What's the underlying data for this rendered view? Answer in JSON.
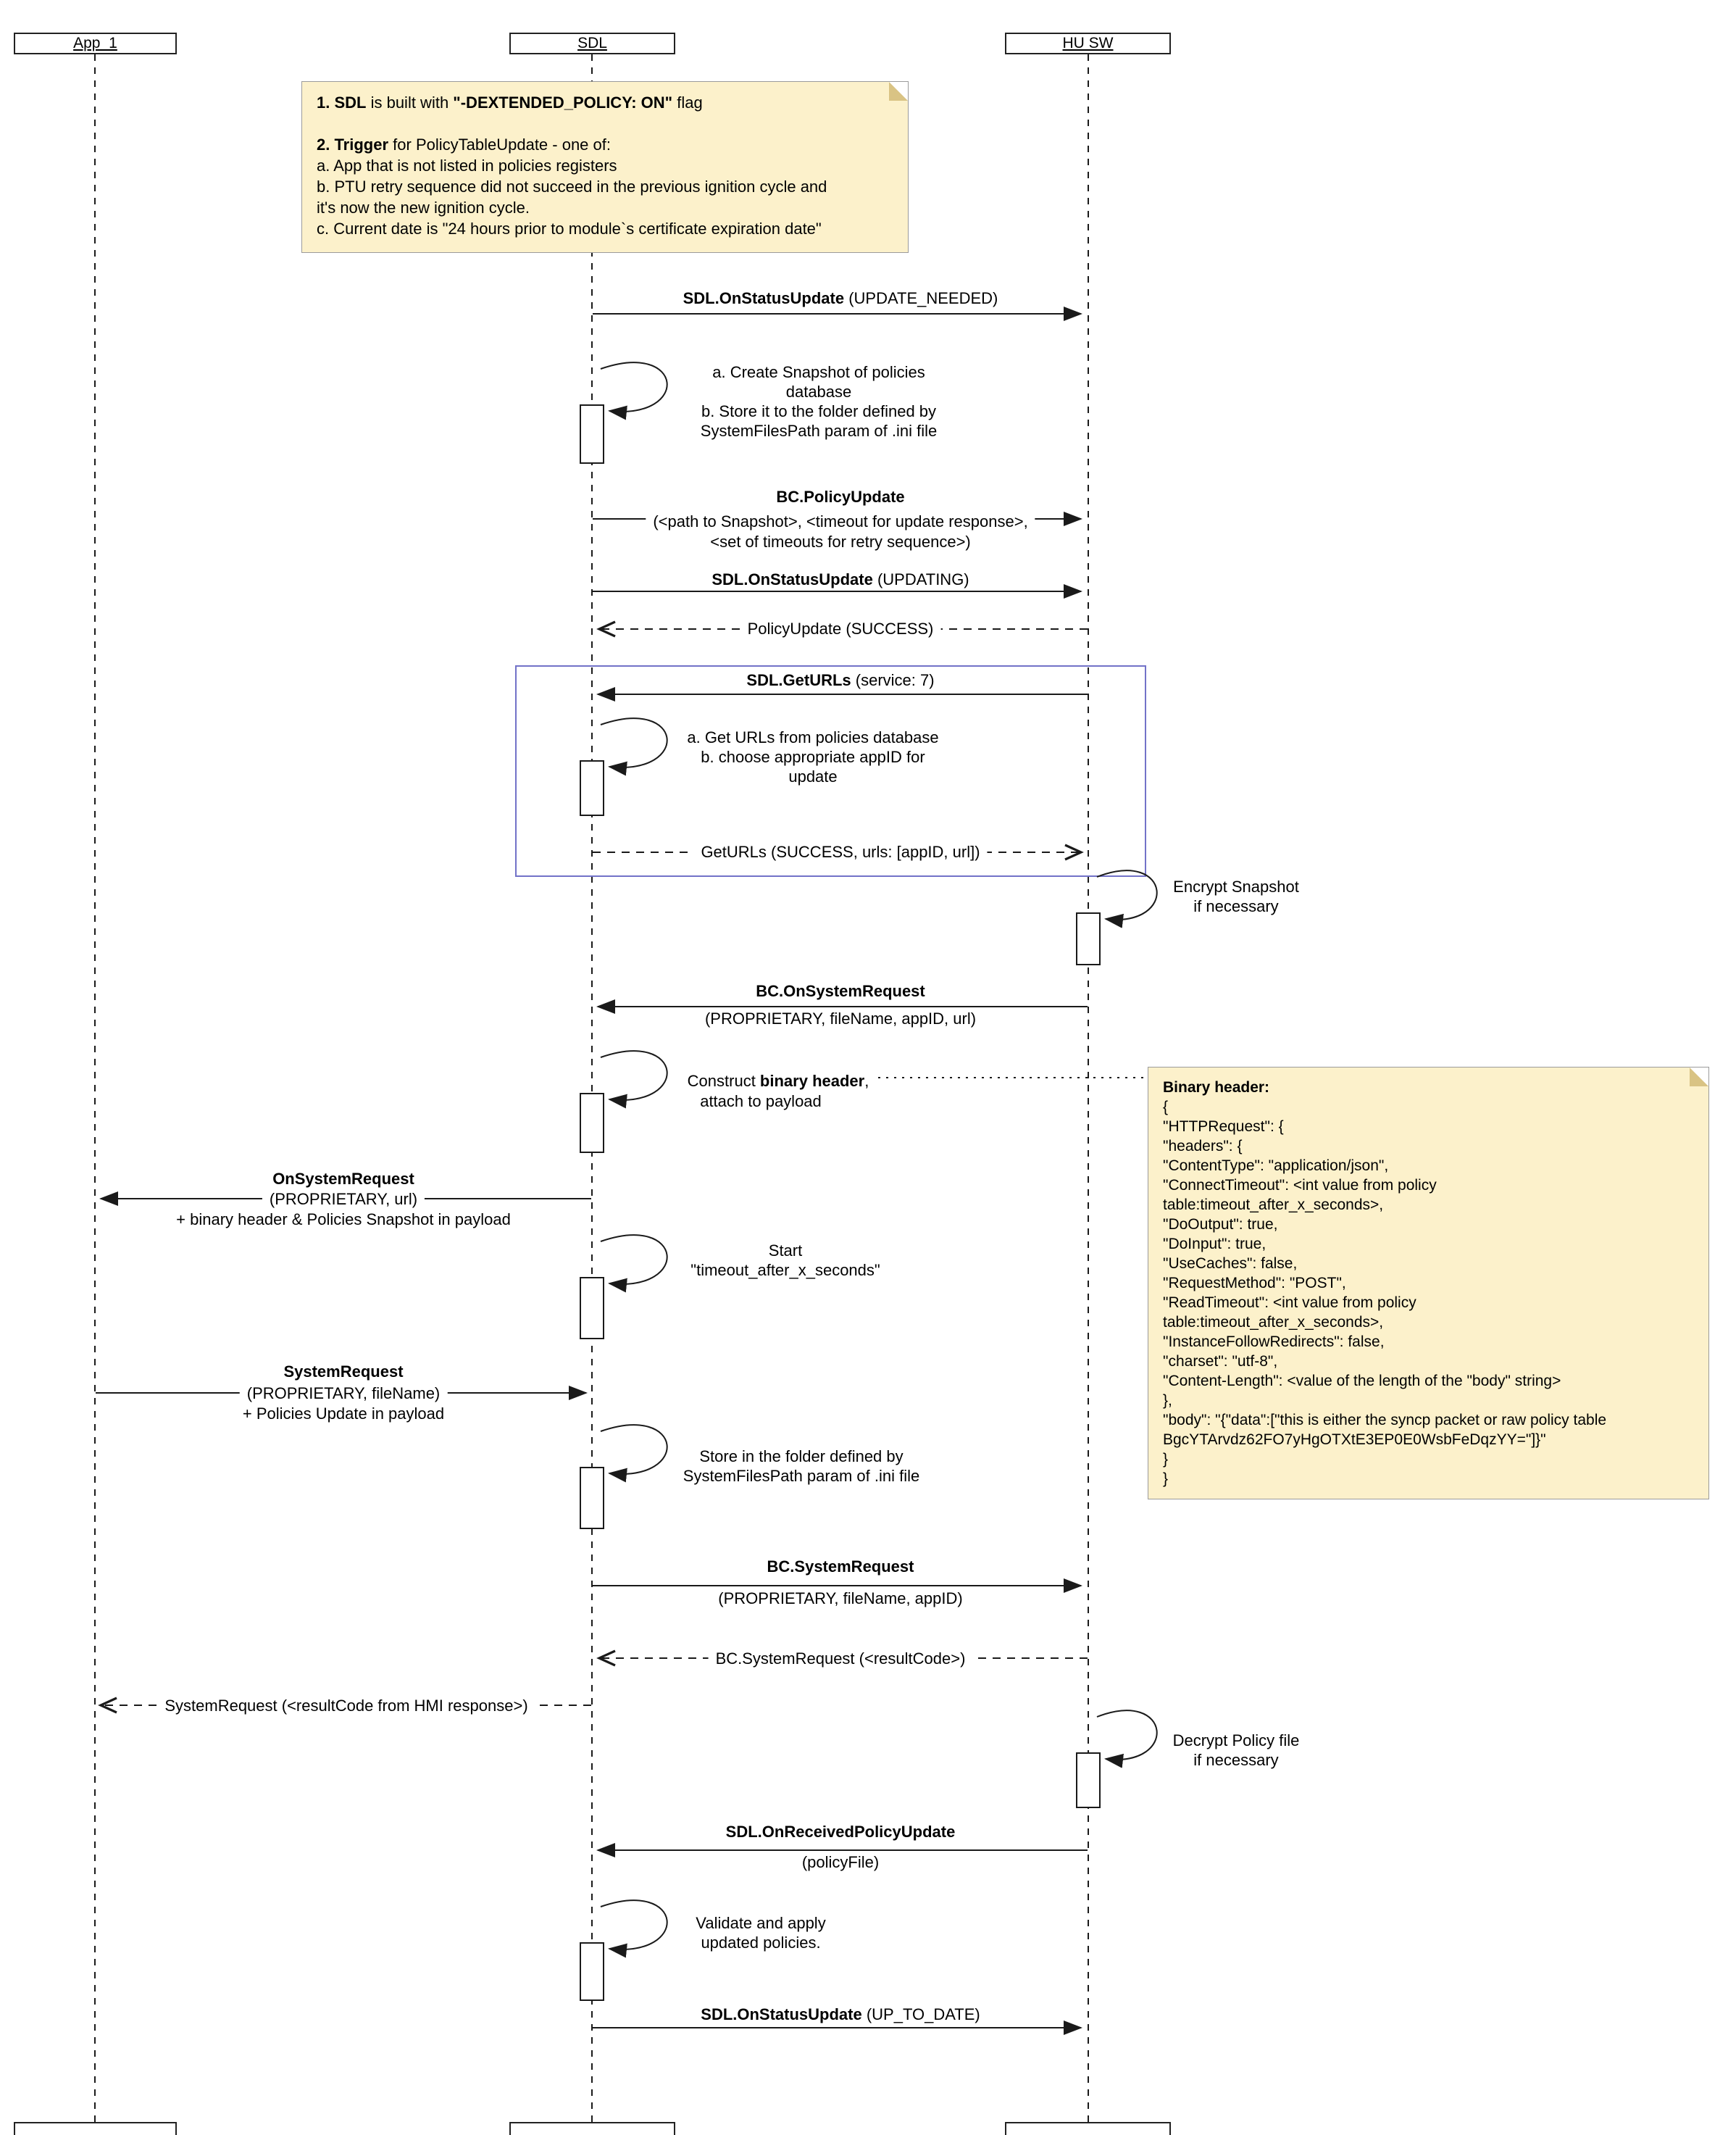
{
  "lifelines": {
    "app1": "App_1",
    "sdl": "SDL",
    "husw": "HU SW"
  },
  "note_build": {
    "l1_b1": "1. SDL",
    "l1_n1": " is built with ",
    "l1_b2": "\"-DEXTENDED_POLICY: ON\"",
    "l1_n2": " flag",
    "l2_b": "2. Trigger",
    "l2_n": " for PolicyTableUpdate - one of:",
    "items": "a. App that is not listed in policies registers\nb. PTU retry sequence did not succeed in the previous ignition cycle and\nit's now the new ignition cycle.\nc. Current date is \"24 hours prior to module`s certificate expiration date\""
  },
  "note_binary": {
    "title": "Binary header:",
    "body": "{\n\"HTTPRequest\": {\n\"headers\": {\n\"ContentType\": \"application/json\",\n\"ConnectTimeout\": <int value from policy\ntable:timeout_after_x_seconds>,\n\"DoOutput\": true,\n\"DoInput\": true,\n\"UseCaches\": false,\n\"RequestMethod\": \"POST\",\n\"ReadTimeout\": <int value from policy\ntable:timeout_after_x_seconds>,\n\"InstanceFollowRedirects\": false,\n\"charset\": \"utf-8\",\n\"Content-Length\": <value of the length of the \"body\" string>\n},\n\"body\": \"{\"data\":[\"this is either the syncp packet or raw policy table\nBgcYTArvdz62FO7yHgOTXtE3EP0E0WsbFeDqzYY=\"]}\"\n}\n}"
  },
  "messages": {
    "m1": {
      "name": "SDL.OnStatusUpdate",
      "args": " (UPDATE_NEEDED)"
    },
    "m2": {
      "text": "a. Create Snapshot of policies\ndatabase\nb. Store it to the folder defined by\nSystemFilesPath param of .ini file"
    },
    "m3": {
      "name": "BC.PolicyUpdate",
      "args1": "(<path to Snapshot>, <timeout for update response>,",
      "args2": "<set of timeouts for retry sequence>)"
    },
    "m4": {
      "name": "SDL.OnStatusUpdate",
      "args": " (UPDATING)"
    },
    "m5": {
      "text": "PolicyUpdate (SUCCESS)"
    },
    "m6": {
      "name": "SDL.GetURLs",
      "args": " (service: 7)"
    },
    "m7": {
      "text": "a. Get URLs from policies database\nb. choose appropriate appID for\nupdate"
    },
    "m8": {
      "text": "GetURLs (SUCCESS, urls: [appID, url])"
    },
    "m9": {
      "text": "Encrypt Snapshot\nif necessary"
    },
    "m10": {
      "name": "BC.OnSystemRequest",
      "args": "(PROPRIETARY, fileName, appID, url)"
    },
    "m11": {
      "pre": "Construct ",
      "bold": "binary header",
      "post": ",",
      "line2": "attach to payload"
    },
    "m12": {
      "name": "OnSystemRequest",
      "args": "(PROPRIETARY, url)",
      "payload": "+ binary header & Policies Snapshot in payload"
    },
    "m13": {
      "text": "Start\n\"timeout_after_x_seconds\""
    },
    "m14": {
      "name": "SystemRequest",
      "args": "(PROPRIETARY, fileName)",
      "payload": "+ Policies Update in payload"
    },
    "m15": {
      "text": "Store in the folder defined by\nSystemFilesPath param of .ini file"
    },
    "m16": {
      "name": "BC.SystemRequest",
      "args": "(PROPRIETARY, fileName, appID)"
    },
    "m17": {
      "text": "BC.SystemRequest (<resultCode>)"
    },
    "m18": {
      "text": "SystemRequest (<resultCode from HMI response>)"
    },
    "m19": {
      "text": "Decrypt Policy file\nif necessary"
    },
    "m20": {
      "name": "SDL.OnReceivedPolicyUpdate",
      "args": "(policyFile)"
    },
    "m21": {
      "text": "Validate and apply\nupdated policies."
    },
    "m22": {
      "name": "SDL.OnStatusUpdate",
      "args": " (UP_TO_DATE)"
    }
  },
  "colors": {
    "note_bg": "#FCF1CB",
    "frame_border": "#7272c8",
    "line": "#1a1a1a"
  }
}
